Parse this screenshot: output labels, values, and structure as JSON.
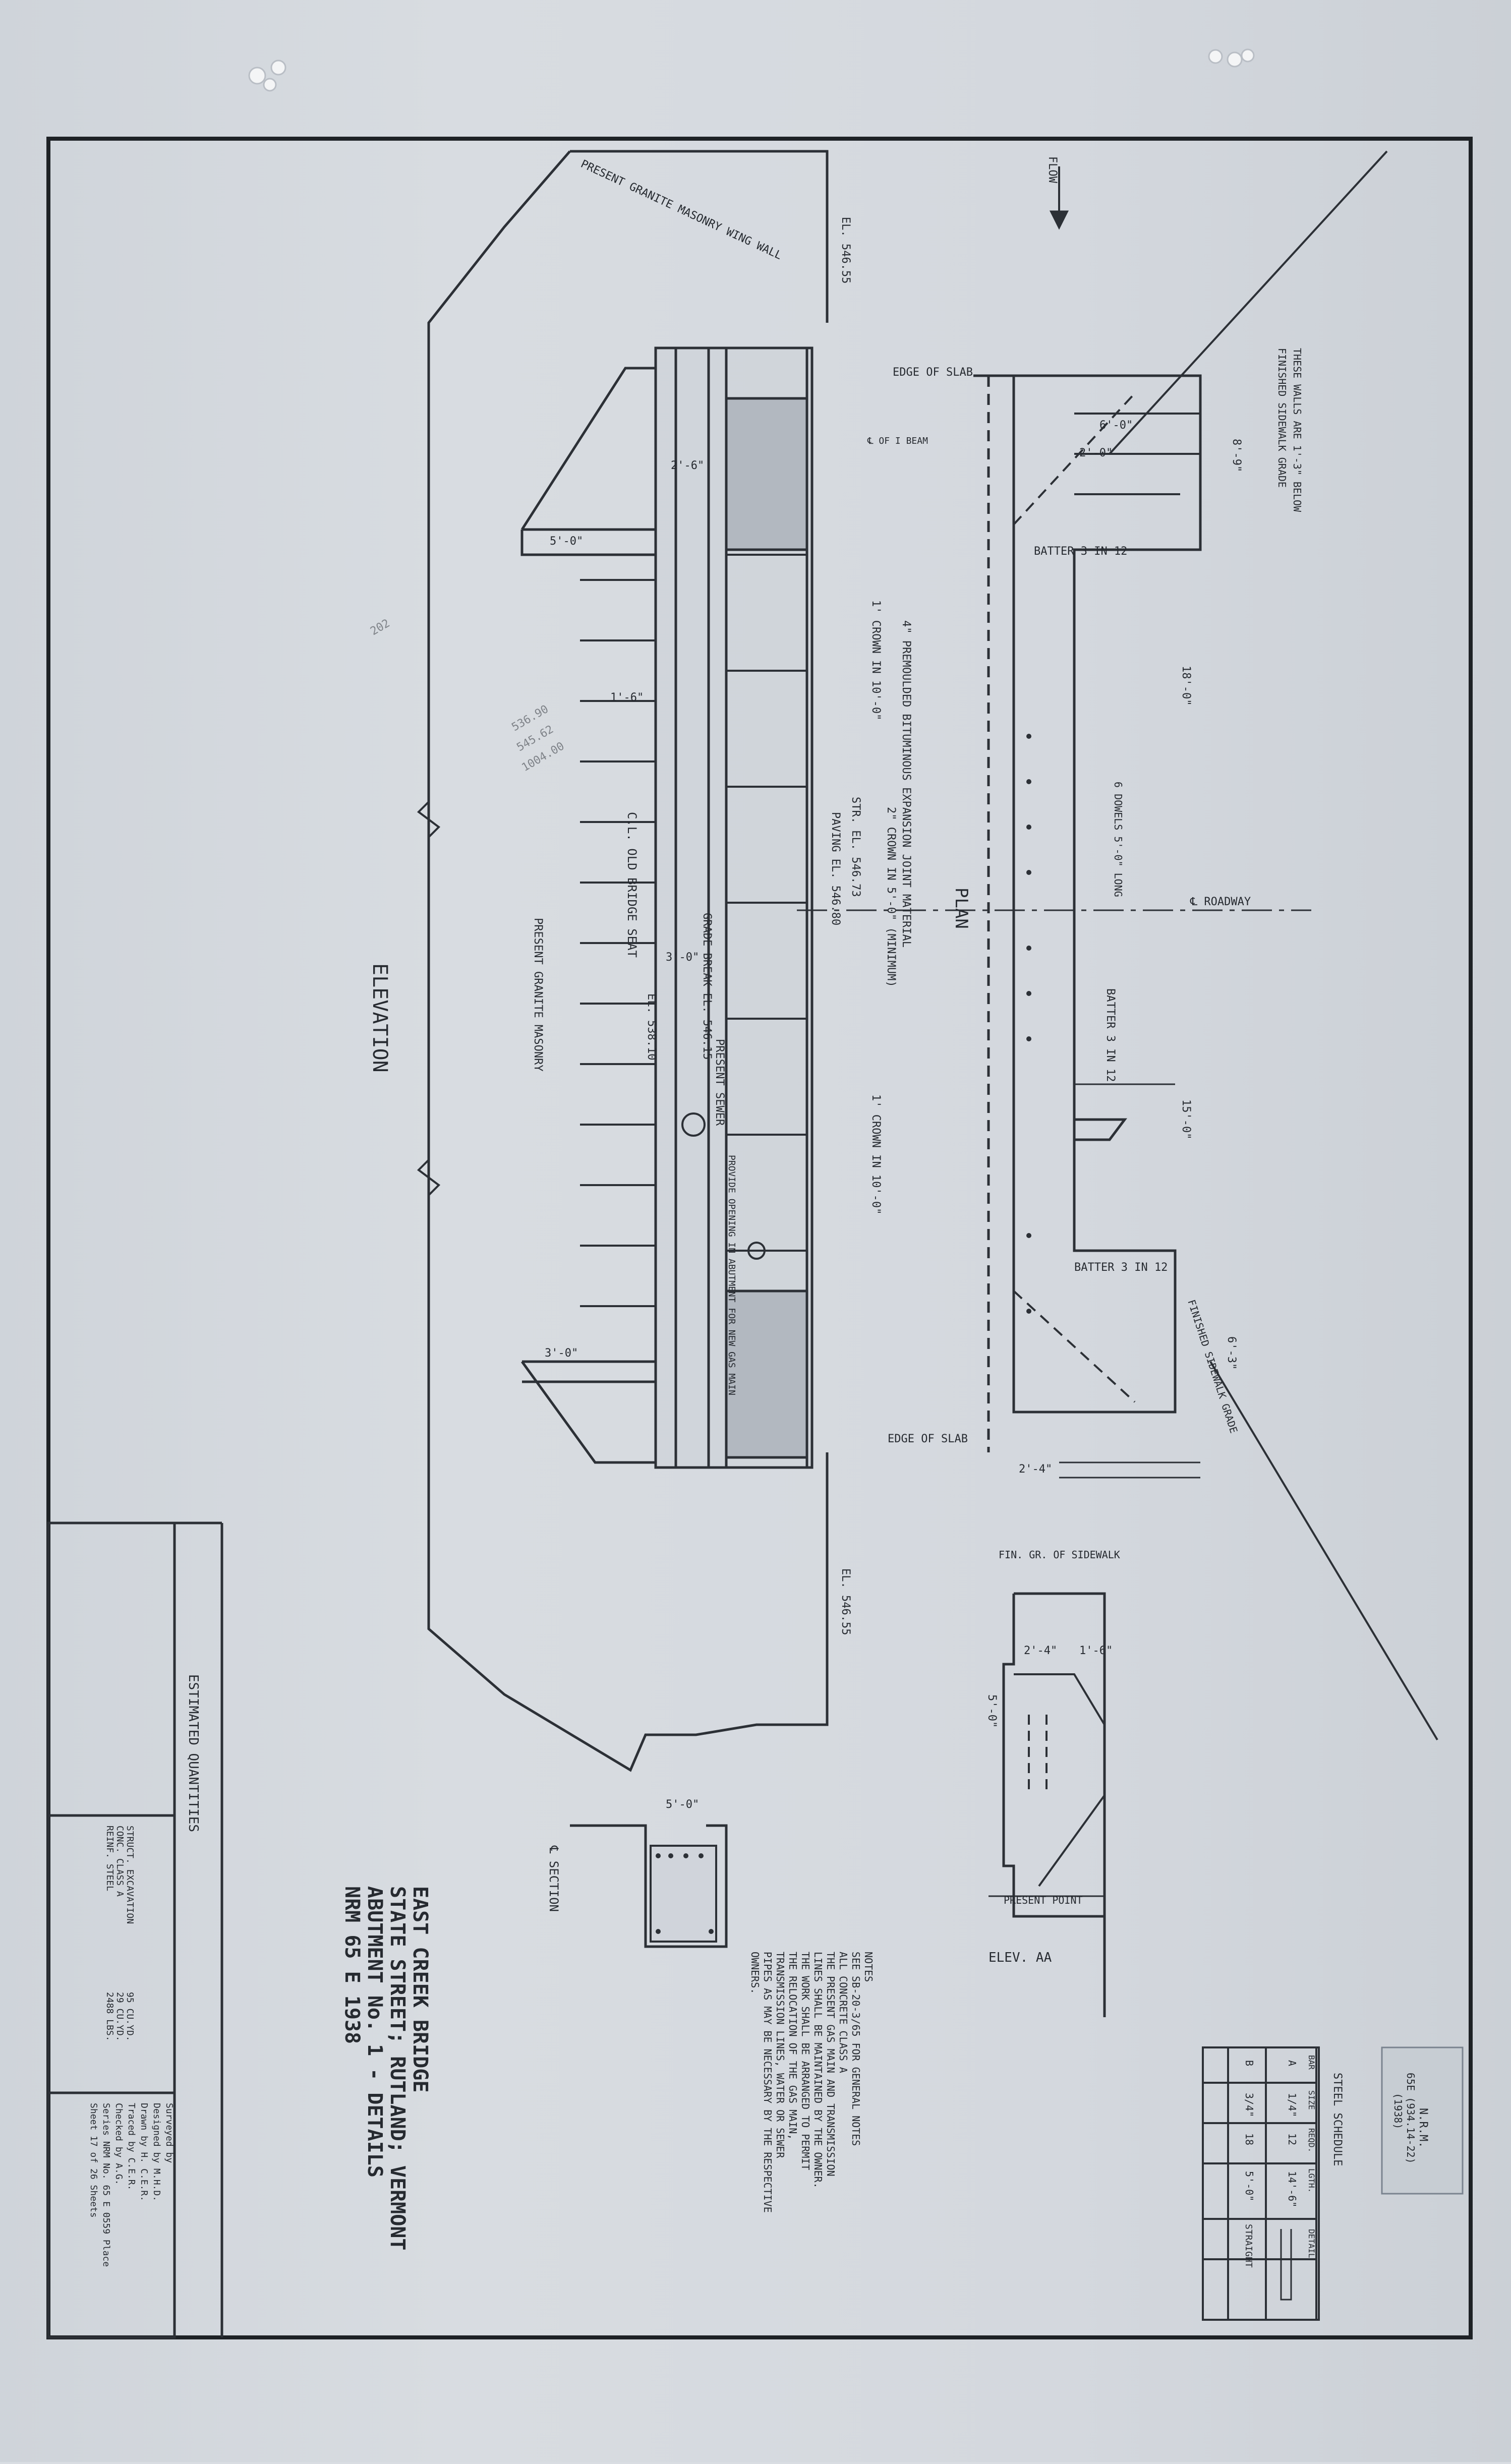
{
  "labels": {
    "elevation": "ELEVATION",
    "plan": "PLAN",
    "flow": "FLOW",
    "roadway": "℄ ROADWAY",
    "edge_of_slab": "EDGE OF SLAB",
    "edge_of_slab_2": "EDGE OF SLAB",
    "i_beam": "℄ OF I BEAM",
    "present_wingwall": "PRESENT GRANITE MASONRY WING WALL",
    "present_masonry": "PRESENT GRANITE MASONRY",
    "three_walls": "THESE WALLS ARE 1'-3\" BELOW",
    "finished_grade": "FINISHED SIDEWALK GRADE",
    "finished_grade_2": "FINISHED SIDEWALK GRADE",
    "batter_top": "BATTER 3 IN 12",
    "batter_mid": "BATTER 3 IN 12",
    "batter_low": "BATTER 3 IN 12",
    "asphalt": "4\" PREMOULDED BITUMINOUS EXPANSION JOINT MATERIAL",
    "crown1": "1' CROWN IN 10'-0\"",
    "crown2": "2\" CROWN IN 5'-0\" (MINIMUM)",
    "crown3": "1' CROWN IN 10'-0\"",
    "paving1": "PAVING EL. 546.80",
    "paving2": "STR. EL. 546.73",
    "grade_break": "GRADE BREAK EL. 546.15",
    "present_sewer": "PRESENT SEWER",
    "provide_opening": "PROVIDE OPENING IN ABUTMENT FOR NEW GAS MAIN",
    "old_bridge": "C.L. OLD BRIDGE SEAT",
    "el_left": "EL. 546.55",
    "el_right": "EL. 546.55",
    "el_mid": "EL. 538.10",
    "ell": "ELEV. AA",
    "section": "℄ SECTION",
    "fin_gr_sidewalk": "FIN. GR. OF SIDEWALK",
    "present_point": "PRESENT POINT",
    "anchor": "6 DOWELS 5'-0\" LONG"
  },
  "dims": [
    "2'-6\"",
    "2'-0\"",
    "5'-0\"",
    "3'-0\"",
    "1'-6\"",
    "6'-0\"",
    "8'-9\"",
    "18'-0\"",
    "15'-0\"",
    "6'-3\"",
    "2'-4\"",
    "3'-0\"",
    "2'-4\"",
    "1'-6\"",
    "5'-0\"",
    "5'-0\""
  ],
  "title": {
    "line1": "EAST CREEK BRIDGE",
    "line2": "STATE STREET; RUTLAND; VERMONT",
    "line3": "ABUTMENT No. 1 - DETAILS",
    "line4": "NRM 65 E 1938"
  },
  "notes": {
    "heading": "NOTES",
    "lines": [
      "SEE SB-20-3/65 FOR GENERAL NOTES",
      "ALL CONCRETE CLASS A",
      "THE PRESENT GAS MAIN AND TRANSMISSION",
      "LINES SHALL BE MAINTAINED BY THE OWNER.",
      "THE WORK SHALL BE ARRANGED TO PERMIT",
      "THE RELOCATION OF THE GAS MAIN,",
      "TRANSMISSION LINES, WATER OR SEWER",
      "PIPES AS MAY BE NECESSARY BY THE RESPECTIVE",
      "OWNERS."
    ]
  },
  "quantities": {
    "heading": "ESTIMATED QUANTITIES",
    "items": [
      "STRUCT. EXCAVATION",
      "CONC. CLASS A",
      "REINF. STEEL"
    ],
    "values": [
      "95 CU.YD.",
      "29 CU.YD.",
      "2488 LBS."
    ]
  },
  "credits": {
    "surveyed": "Surveyed by",
    "designed": "Designed by  M.H.D.",
    "drawn": "Drawn by  H. C.E.R.",
    "traced": "Traced by  C.E.R.",
    "checked": "Checked by  A.G.",
    "series": "Series NRM No. 65  E 0559 Place",
    "sheet": "Sheet 17 of 26 Sheets"
  },
  "steel": {
    "title": "STEEL SCHEDULE",
    "headers": [
      "BAR",
      "SIZE",
      "REQD.",
      "LGTH.",
      "DETAIL"
    ],
    "rows": [
      [
        "A",
        "1/4\"",
        "12",
        "14'-6\"",
        ""
      ],
      [
        "B",
        "3/4\"",
        "18",
        "5'-0\"",
        "STRAIGHT"
      ]
    ]
  },
  "stamp": {
    "l1": "N.R.M.",
    "l2": "65E (934.14-22)",
    "l3": "(1938)"
  },
  "pencil": [
    "536.90",
    "545.62",
    "1004.00",
    "202"
  ]
}
